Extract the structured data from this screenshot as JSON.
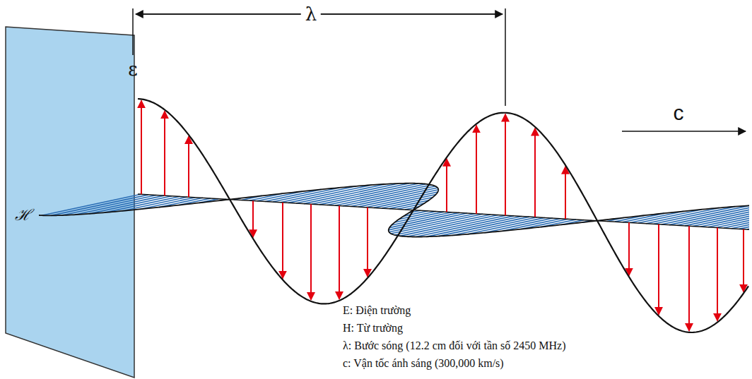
{
  "diagram": {
    "labels": [
      "λ",
      "c",
      "ε",
      "ℋ",
      "E: Điện trường",
      "H: Từ trường",
      "λ: Bước sóng (12.2 cm đối với tần số 2450 MHz)",
      "c: Vận tốc ánh sáng (300,000 km/s)"
    ]
  }
}
